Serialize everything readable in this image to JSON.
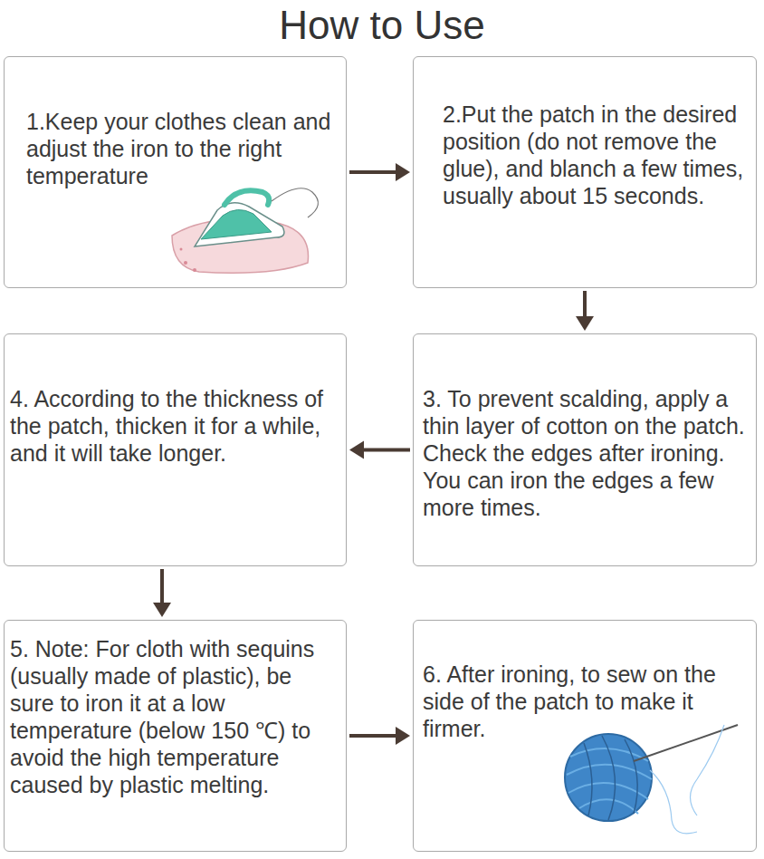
{
  "diagram": {
    "title": "How to Use",
    "nodes": [
      {
        "text": [
          "1.Keep your clothes clean and adjust the iron to the right temperature"
        ]
      },
      {
        "text": [
          "2.Put the patch in the desired position (do not remove the glue), and blanch a few times, usually about 15 seconds."
        ]
      },
      {
        "text": [
          "3. To prevent scalding, apply a thin layer of cotton on the patch. Check the edges after ironing. You can iron the edges a few more times."
        ]
      },
      {
        "text": [
          "4. According to the thickness of the patch, thicken it for a while, and it will take longer."
        ]
      },
      {
        "text": [
          "5. Note: For cloth with sequins (usually made of plastic), be sure to iron it at a low temperature (below 150 ℃) to avoid the high temperature caused by plastic melting."
        ]
      },
      {
        "text": [
          "6. After ironing, to sew on the side of the patch to make it firmer."
        ]
      }
    ],
    "edges": [
      {
        "from": 0,
        "to": 1,
        "arrow": "to"
      },
      {
        "from": 1,
        "to": 2,
        "arrow": "to"
      },
      {
        "from": 2,
        "to": 3,
        "arrow": "to"
      },
      {
        "from": 3,
        "to": 4,
        "arrow": "to"
      },
      {
        "from": 4,
        "to": 5,
        "arrow": "to"
      }
    ]
  }
}
